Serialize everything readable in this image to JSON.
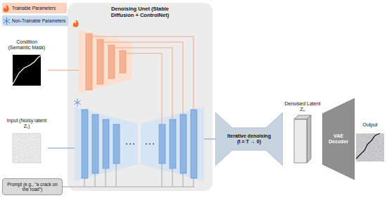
{
  "diagram": {
    "nodes": [
      {
        "text": [
          "Condition (Semantic Mask)"
        ]
      },
      {
        "text": [
          "Input (Noisy latent Zₜ)"
        ]
      },
      {
        "text": [
          "Prompt (e.g., \"a crack on the road\")"
        ]
      },
      {
        "text": [
          "Denoising Unet (Stable Diffusion + ControlNet)"
        ]
      },
      {
        "text": [
          "Iterative denoising (t = T → 0)"
        ]
      },
      {
        "text": [
          "Denoised Latent Z₀"
        ]
      },
      {
        "text": [
          "VAE Decoder"
        ]
      },
      {
        "text": [
          "Output"
        ]
      }
    ],
    "edges": [
      {
        "from": 0,
        "to": 3,
        "arrow": "none"
      },
      {
        "from": 1,
        "to": 3,
        "arrow": "none"
      },
      {
        "from": 2,
        "to": 3,
        "arrow": "none"
      },
      {
        "from": 3,
        "to": 4,
        "arrow": "none"
      }
    ],
    "legend": [
      {
        "text": "Trainable Parameters",
        "color": "#f9d3c0"
      },
      {
        "text": "Non-Trainable Parameters",
        "color": "#c9ddf2"
      }
    ]
  }
}
